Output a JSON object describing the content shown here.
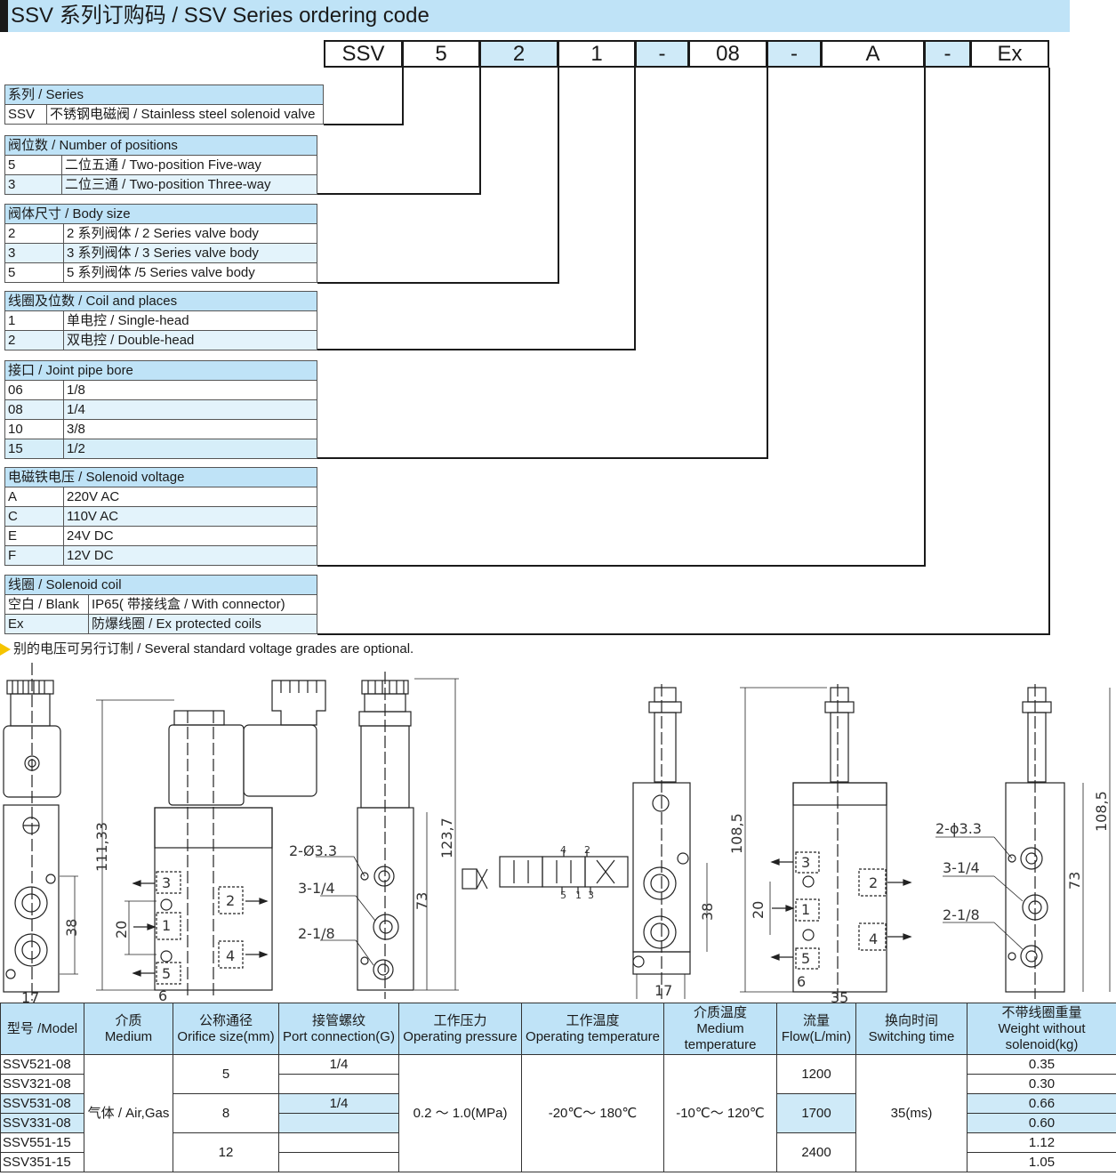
{
  "title": "SSV 系列订购码 /  SSV Series ordering code",
  "code_row": [
    "SSV",
    "5",
    "2",
    "1",
    "-",
    "08",
    "-",
    "A",
    "-",
    "Ex"
  ],
  "groups": [
    {
      "header": "系列 / Series",
      "rows": [
        [
          "SSV",
          "不锈钢电磁阀 / Stainless steel solenoid valve"
        ]
      ]
    },
    {
      "header": "阀位数 / Number of positions",
      "rows": [
        [
          "5",
          "二位五通 / Two-position Five-way"
        ],
        [
          "3",
          "二位三通 / Two-position Three-way"
        ]
      ]
    },
    {
      "header": "阀体尺寸 / Body size",
      "rows": [
        [
          "2",
          "2 系列阀体 / 2 Series valve body"
        ],
        [
          "3",
          "3 系列阀体 / 3 Series valve body"
        ],
        [
          "5",
          "5 系列阀体 /5 Series valve body"
        ]
      ]
    },
    {
      "header": "线圈及位数 / Coil and places",
      "rows": [
        [
          "1",
          "单电控 / Single-head"
        ],
        [
          "2",
          "双电控 / Double-head"
        ]
      ]
    },
    {
      "header": "接口 / Joint pipe bore",
      "rows": [
        [
          "06",
          "1/8"
        ],
        [
          "08",
          "1/4"
        ],
        [
          "10",
          "3/8"
        ],
        [
          "15",
          "1/2"
        ]
      ]
    },
    {
      "header": "电磁铁电压 / Solenoid voltage",
      "rows": [
        [
          "A",
          "220V AC"
        ],
        [
          "C",
          "110V AC"
        ],
        [
          "E",
          "24V DC"
        ],
        [
          "F",
          "12V DC"
        ]
      ]
    },
    {
      "header": "线圈 / Solenoid coil",
      "rows": [
        [
          "空白 / Blank",
          "IP65( 带接线盒 / With connector)"
        ],
        [
          "Ex",
          "防爆线圈 / Ex protected coils"
        ]
      ]
    }
  ],
  "note": "别的电压可另行订制 / Several standard voltage grades are optional.",
  "drawing_labels": {
    "dim_111": "111,33",
    "dim_38": "38",
    "dim_20": "20",
    "dim_17": "17",
    "dim_6": "6",
    "dim_123": "123,7",
    "dim_73": "73",
    "dim_108": "108,5",
    "dim_35": "35",
    "hole_a": "2-Ø3.3",
    "hole_b": "3-1/4",
    "hole_c": "2-1/8",
    "hole_d": "2-ϕ3.3",
    "hole_e": "3-1/4",
    "hole_f": "2-1/8",
    "port_3": "3",
    "port_1": "1",
    "port_5": "5",
    "port_2": "2",
    "port_4": "4",
    "sym_4": "4",
    "sym_2": "2",
    "sym_5": "5",
    "sym_1": "1",
    "sym_3": "3"
  },
  "spec_table": {
    "headers": [
      [
        "型号 /Model"
      ],
      [
        "介质",
        "Medium"
      ],
      [
        "公称通径",
        "Orifice size(mm)"
      ],
      [
        "接管螺纹",
        "Port connection(G)"
      ],
      [
        "工作压力",
        "Operating pressure"
      ],
      [
        "工作温度",
        "Operating temperature"
      ],
      [
        "介质温度",
        "Medium",
        "temperature"
      ],
      [
        "流量",
        "Flow(L/min)"
      ],
      [
        "换向时间",
        "Switching time"
      ],
      [
        "不带线圈重量",
        "Weight without",
        "solenoid(kg)"
      ]
    ],
    "models": [
      "SSV521-08",
      "SSV321-08",
      "SSV531-08",
      "SSV331-08",
      "SSV551-15",
      "SSV351-15"
    ],
    "medium": "气体 / Air,Gas",
    "orifice": [
      "5",
      "8",
      "12"
    ],
    "port": [
      "1/4",
      "",
      "1/4",
      "",
      "",
      ""
    ],
    "pressure": "0.2 ～ 1.0(MPa)",
    "op_temp": "-20℃～ 180℃",
    "med_temp": "-10℃～ 120℃",
    "flow": [
      "1200",
      "1700",
      "2400"
    ],
    "switch_time": "35(ms)",
    "weights": [
      "0.35",
      "0.30",
      "0.66",
      "0.60",
      "1.12",
      "1.05"
    ]
  }
}
